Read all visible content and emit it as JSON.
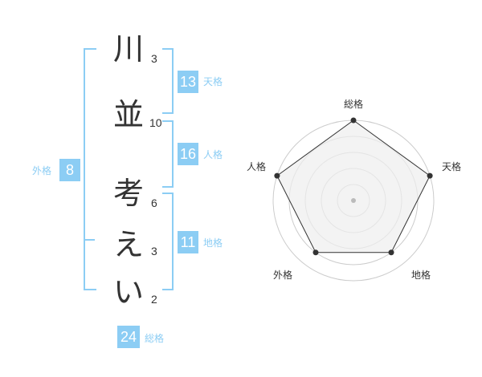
{
  "name": {
    "characters": [
      "川",
      "並",
      "考",
      "え",
      "い"
    ],
    "strokes": [
      "3",
      "10",
      "6",
      "3",
      "2"
    ]
  },
  "fortune": {
    "tenkaku": {
      "value": "13",
      "label": "天格"
    },
    "jinkaku": {
      "value": "16",
      "label": "人格"
    },
    "chikaku": {
      "value": "11",
      "label": "地格"
    },
    "gaikaku": {
      "value": "8",
      "label": "外格"
    },
    "soukaku": {
      "value": "24",
      "label": "総格"
    }
  },
  "radar": {
    "labels": [
      "総格",
      "天格",
      "地格",
      "外格",
      "人格"
    ],
    "values": [
      1.0,
      1.0,
      0.8,
      0.8,
      1.0
    ],
    "levels": 5,
    "colors": {
      "grid": "#cccccc",
      "fill": "#eeeeee",
      "outline": "#333333",
      "center": "#bbbbbb"
    }
  }
}
